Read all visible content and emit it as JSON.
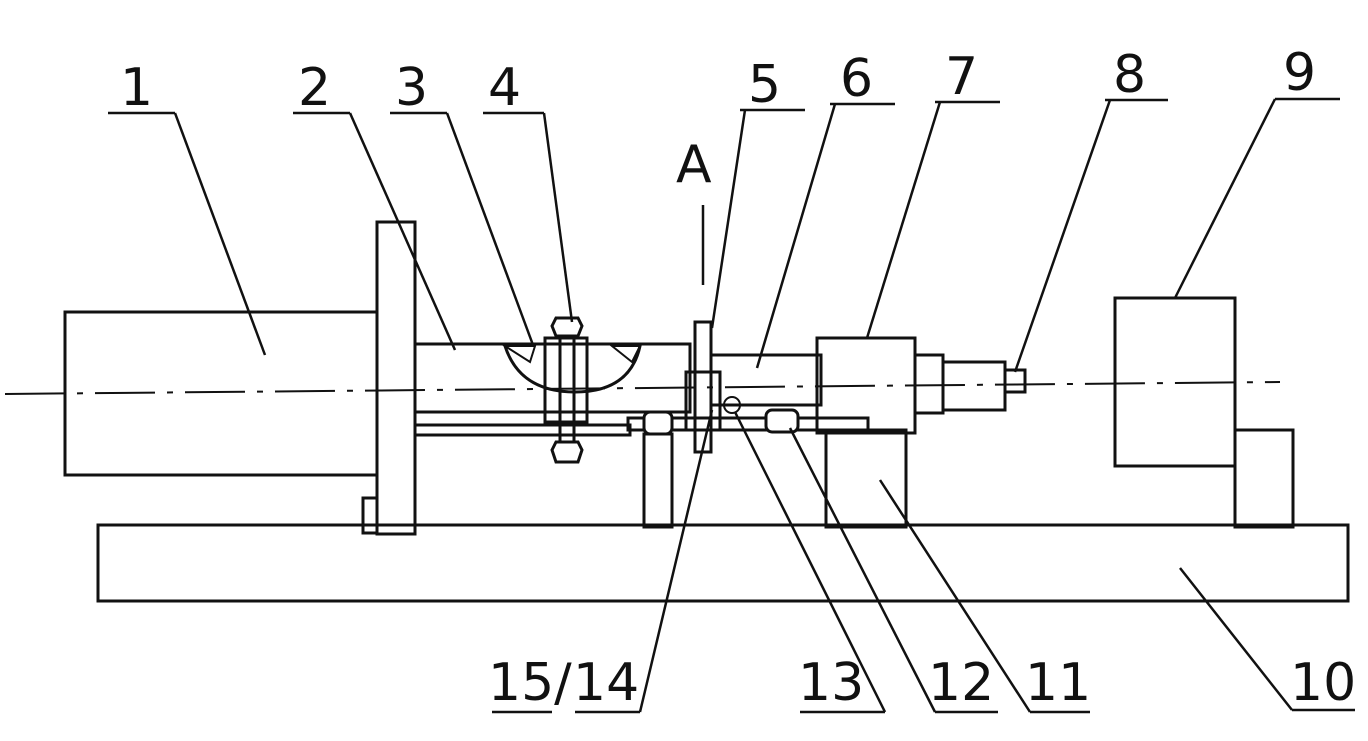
{
  "section_marker": "A",
  "callouts": [
    {
      "id": "1",
      "text": "1"
    },
    {
      "id": "2",
      "text": "2"
    },
    {
      "id": "3",
      "text": "3"
    },
    {
      "id": "4",
      "text": "4"
    },
    {
      "id": "5",
      "text": "5"
    },
    {
      "id": "6",
      "text": "6"
    },
    {
      "id": "7",
      "text": "7"
    },
    {
      "id": "8",
      "text": "8"
    },
    {
      "id": "9",
      "text": "9"
    },
    {
      "id": "10",
      "text": "10"
    },
    {
      "id": "11",
      "text": "11"
    },
    {
      "id": "12",
      "text": "12"
    },
    {
      "id": "13",
      "text": "13"
    },
    {
      "id": "14",
      "text": "14"
    },
    {
      "id": "15",
      "text": "15/"
    }
  ],
  "line_color": "#111111",
  "background_color": "#ffffff"
}
